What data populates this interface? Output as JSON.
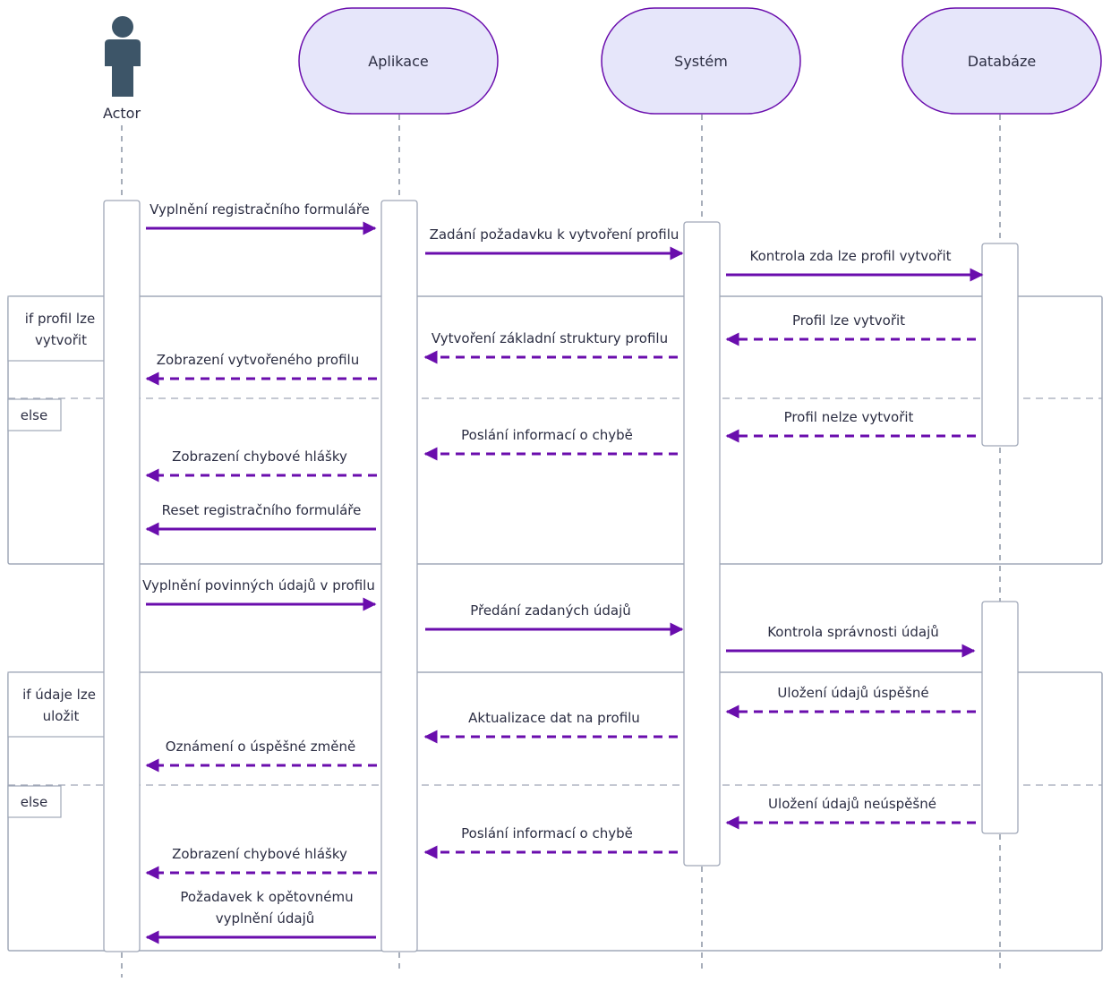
{
  "colors": {
    "accent": "#6a0dad",
    "participant_fill": "#e6e6fa",
    "participant_stroke": "#6a0dad",
    "frame_stroke": "#a0a8b8",
    "actor": "#3d5568",
    "text": "#2b2d42"
  },
  "participants": {
    "actor": "Actor",
    "app": "Aplikace",
    "system": "Systém",
    "db": "Databáze"
  },
  "fragments": {
    "f1": {
      "guard": [
        "if profil lze",
        "vytvořit"
      ],
      "else": "else"
    },
    "f2": {
      "guard": [
        "if údaje lze",
        "uložit"
      ],
      "else": "else"
    }
  },
  "messages": {
    "m1": "Vyplnění registračního formuláře",
    "m2": "Zadání požadavku k vytvoření profilu",
    "m3": "Kontrola zda lze profil vytvořit",
    "m4": "Profil lze vytvořit",
    "m5": "Vytvoření základní struktury profilu",
    "m6": "Zobrazení vytvořeného profilu",
    "m7": "Profil nelze vytvořit",
    "m8": "Poslání informací o chybě",
    "m9": "Zobrazení chybové hlášky",
    "m10": "Reset registračního formuláře",
    "m11": "Vyplnění povinných údajů v profilu",
    "m12": "Předání zadaných údajů",
    "m13": "Kontrola správnosti údajů",
    "m14": "Uložení údajů úspěšné",
    "m15": "Aktualizace dat na profilu",
    "m16": "Oznámení o úspěšné změně",
    "m17": "Uložení údajů neúspěšné",
    "m18": "Poslání informací o chybě",
    "m19": "Zobrazení chybové hlášky",
    "m20": [
      "Požadavek k opětovnému",
      "vyplnění údajů"
    ]
  }
}
